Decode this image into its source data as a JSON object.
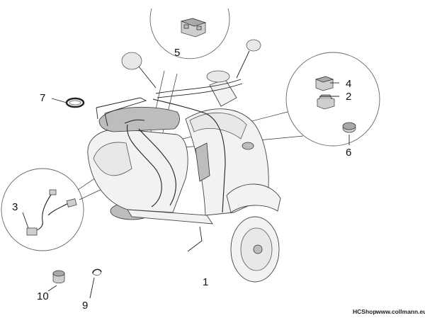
{
  "diagram": {
    "callouts": [
      {
        "id": "1",
        "label": "1"
      },
      {
        "id": "2",
        "label": "2"
      },
      {
        "id": "3",
        "label": "3"
      },
      {
        "id": "4",
        "label": "4"
      },
      {
        "id": "5",
        "label": "5"
      },
      {
        "id": "6",
        "label": "6"
      },
      {
        "id": "7",
        "label": "7"
      },
      {
        "id": "9",
        "label": "9"
      },
      {
        "id": "10",
        "label": "10"
      }
    ],
    "watermark": {
      "brand": "HCShop",
      "url": "www.collmann.eu"
    }
  }
}
